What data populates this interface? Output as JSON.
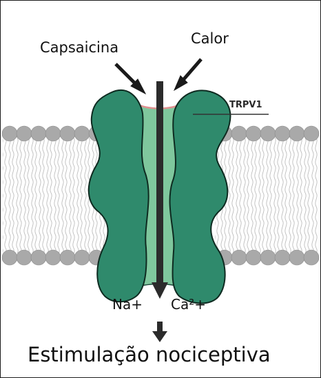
{
  "labels": {
    "stimulus_left": "Capsaicina",
    "stimulus_right": "Calor",
    "channel": "TRPV1",
    "ion_left": "Na+",
    "ion_right": "Ca²+",
    "outcome": "Estimulação nociceptiva"
  },
  "colors": {
    "channel_subunit": "#2f8a6c",
    "channel_pore": "#7fc79d",
    "lipid_head": "#a9a9a9",
    "lipid_tail": "#bdbdbd",
    "arrow": "#2b2b2b",
    "pore_rim": "#e09090"
  },
  "icons": [
    "down-arrow-icon",
    "stimulus-arrow-icon"
  ]
}
